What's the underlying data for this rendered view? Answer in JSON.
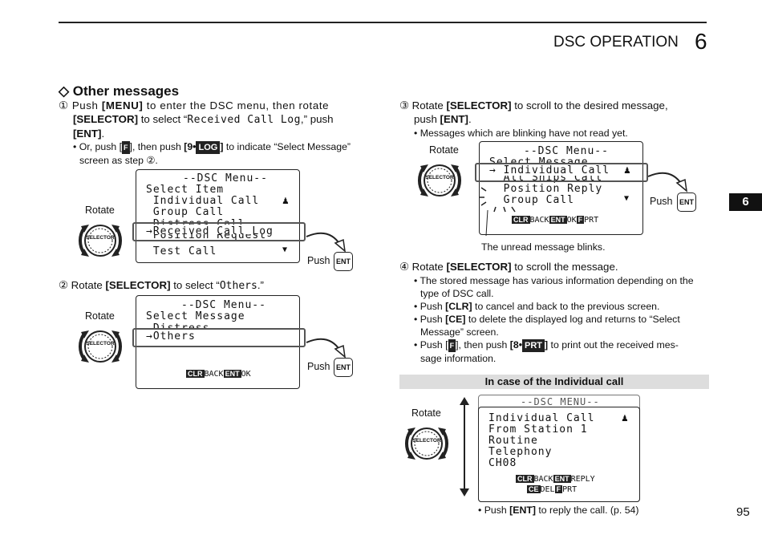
{
  "header": {
    "section": "DSC OPERATION",
    "chapter": "6",
    "tab": "6",
    "page": "95"
  },
  "left": {
    "heading": "◇ Other messages",
    "s1_num": "①",
    "s1_a": "Push ",
    "s1_b": "[MENU]",
    "s1_c": " to enter the DSC menu, then rotate",
    "s1_d": "[SELECTOR]",
    "s1_e": " to select “",
    "s1_f": "Received Call Log",
    "s1_g": ",” push",
    "s1_h": "[ENT]",
    "s1_i": ".",
    "b1_a": "• Or, push [",
    "b1_f": "F",
    "b1_b": "], then push ",
    "b1_c": "[9•",
    "b1_log": "LOG",
    "b1_d": "]",
    "b1_e": " to indicate “Select Message”",
    "b1_f2": "screen as step ②.",
    "lcd1": [
      "--DSC Menu--",
      "Select Item",
      " Individual Call",
      " Group Call",
      " Distress Call",
      "→Received Call Log",
      " Position Request",
      " Test Call"
    ],
    "s2_num": "②",
    "s2_a": "Rotate ",
    "s2_b": "[SELECTOR]",
    "s2_c": " to select “",
    "s2_d": "Others",
    "s2_e": ".”",
    "lcd2": [
      "--DSC Menu--",
      "Select Message",
      " Distress",
      "→Others"
    ],
    "lcd2_foot": [
      "CLR",
      "BACK",
      "ENT",
      "OK"
    ]
  },
  "right": {
    "s3_num": "③",
    "s3_a": "Rotate ",
    "s3_b": "[SELECTOR]",
    "s3_c": " to scroll to the desired message,",
    "s3_d": "push ",
    "s3_e": "[ENT]",
    "s3_f": ".",
    "b3": "• Messages which are blinking have not read yet.",
    "lcd3": [
      "--DSC Menu--",
      "Select Message",
      "→ Individual Call",
      "  All Ships Call",
      "  Position Reply",
      "  Group Call"
    ],
    "lcd3_foot": [
      "CLR",
      "BACK",
      "ENT",
      "OK",
      "F",
      "PRT"
    ],
    "caption3": "The unread message blinks.",
    "s4_num": "④",
    "s4_a": "Rotate ",
    "s4_b": "[SELECTOR]",
    "s4_c": " to scroll the message.",
    "b4_1a": "• The stored message has various information depending on the",
    "b4_1b": "type of DSC call.",
    "b4_2a": "• Push ",
    "b4_2b": "[CLR]",
    "b4_2c": " to cancel and back to the previous screen.",
    "b4_3a": "• Push ",
    "b4_3b": "[CE]",
    "b4_3c": " to delete the displayed log and returns to “Select",
    "b4_3d": "Message” screen.",
    "b4_4a": "• Push [",
    "b4_4f": "F",
    "b4_4b": "], then push ",
    "b4_4c": "[8•",
    "b4_4prt": "PRT",
    "b4_4d": "]",
    "b4_4e": " to print out the received mes-",
    "b4_4g": "sage information.",
    "case_title": "In case of the Individual call",
    "lcd4_title": "--DSC MENU--",
    "lcd4": [
      "Individual Call",
      "From Station 1",
      "Routine",
      "Telephony",
      "CH08"
    ],
    "lcd4_foot1": [
      "CLR",
      "BACK",
      "ENT",
      "REPLY"
    ],
    "lcd4_foot2": [
      "CE",
      "DEL",
      "F",
      "PRT"
    ],
    "b5_a": "• Push ",
    "b5_b": "[ENT]",
    "b5_c": " to reply the call. (p. 54)"
  },
  "common": {
    "rotate": "Rotate",
    "selector": "SELECTOR",
    "push": "Push",
    "ent": "ENT",
    "bell": "♟",
    "down": "▼"
  }
}
